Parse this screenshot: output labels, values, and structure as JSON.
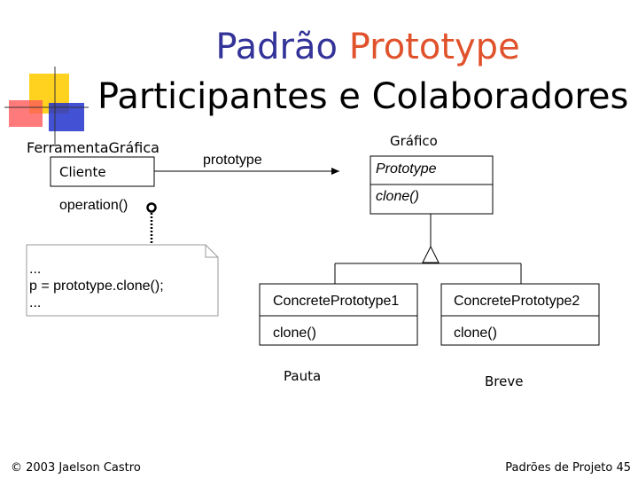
{
  "title": {
    "line1_part1": "Padrão ",
    "line1_part2": "Prototype",
    "line2": "Participantes e Colaboradores"
  },
  "client_class": {
    "package_label": "FerramentaGráfica",
    "name": "Cliente",
    "operation": "operation()"
  },
  "association_label": "prototype",
  "prototype_class": {
    "package_label": "Gráfico",
    "name": "Prototype",
    "method": "clone()"
  },
  "note": {
    "line1": "...",
    "line2": "p = prototype.clone();",
    "line3": "..."
  },
  "concrete1": {
    "name": "ConcretePrototype1",
    "method": "clone()",
    "instance_label": "Pauta"
  },
  "concrete2": {
    "name": "ConcretePrototype2",
    "method": "clone()",
    "instance_label": "Breve"
  },
  "footer": {
    "copyright": "© 2003 Jaelson Castro",
    "page": "Padrões de Projeto 45"
  },
  "colors": {
    "title_blue": "#333399",
    "title_accent": "#e0522c",
    "logo_yellow": "#ffd21f",
    "logo_red": "#ff3333",
    "logo_blue": "#2233cc"
  }
}
